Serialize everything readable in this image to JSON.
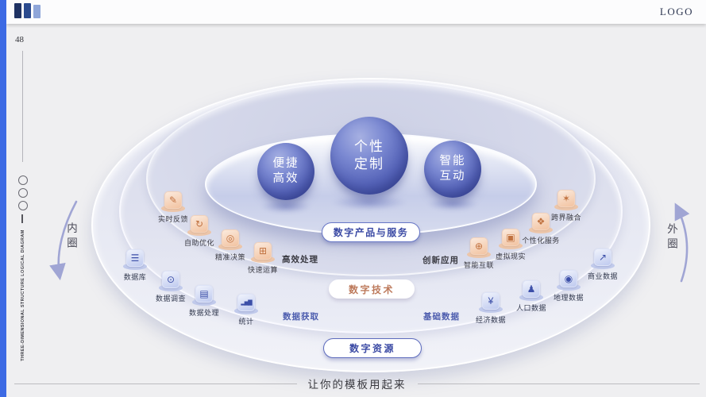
{
  "colors": {
    "accent_stripe": "#3d6ae4",
    "sphere_blue": "#5563b8",
    "ring_orange": "#c0713f",
    "node_blue": "#3c4fa8",
    "pill_text_blue": "#3b4aa4",
    "pill_text_orange": "#bd7a5c",
    "logo_block_colors": [
      "#1f3263",
      "#2a4a8e",
      "#8fa6d9"
    ]
  },
  "header": {
    "logo_text": "LOGO"
  },
  "left_rail": {
    "page_number": "48",
    "vertical_caption": "THREE-DIMENSIONAL STRUCTURE LOGICAL DIAGRAM"
  },
  "diagram": {
    "spheres": [
      {
        "line1": "便捷",
        "line2": "高效"
      },
      {
        "line1": "个性",
        "line2": "定制"
      },
      {
        "line1": "智能",
        "line2": "互动"
      }
    ],
    "pills": {
      "products": "数字产品与服务",
      "tech": "数字技术",
      "resources": "数字资源"
    },
    "tech_nodes": [
      {
        "label": "实时反馈",
        "icon": "feedback-note-icon",
        "glyph": "✎"
      },
      {
        "label": "自助优化",
        "icon": "refresh-gauge-icon",
        "glyph": "↻"
      },
      {
        "label": "精准决策",
        "icon": "target-icon",
        "glyph": "◎"
      },
      {
        "label": "快速运算",
        "icon": "calculator-icon",
        "glyph": "⊞"
      },
      {
        "label": "跨界融合",
        "icon": "people-network-icon",
        "glyph": "✶"
      },
      {
        "label": "个性化服务",
        "icon": "custom-service-icon",
        "glyph": "❖"
      },
      {
        "label": "虚拟现实",
        "icon": "vr-headset-icon",
        "glyph": "▣"
      },
      {
        "label": "智能互联",
        "icon": "smart-link-icon",
        "glyph": "⊕"
      }
    ],
    "tech_texts": {
      "left": "高效处理",
      "right": "创新应用"
    },
    "resource_nodes": [
      {
        "label": "数据库",
        "icon": "database-icon",
        "glyph": "☰"
      },
      {
        "label": "数据调查",
        "icon": "survey-search-icon",
        "glyph": "⊙"
      },
      {
        "label": "数据处理",
        "icon": "document-process-icon",
        "glyph": "▤"
      },
      {
        "label": "统计",
        "icon": "bar-chart-icon",
        "glyph": "▂▅▇"
      },
      {
        "label": "商业数据",
        "icon": "trend-chart-icon",
        "glyph": "↗"
      },
      {
        "label": "地理数据",
        "icon": "location-pin-icon",
        "glyph": "◉"
      },
      {
        "label": "人口数据",
        "icon": "people-icon",
        "glyph": "♟"
      },
      {
        "label": "经济数据",
        "icon": "yen-currency-icon",
        "glyph": "¥"
      }
    ],
    "resource_texts": {
      "left": "数据获取",
      "right": "基础数据"
    },
    "side_labels": {
      "inner": "内圈",
      "outer": "外圈"
    }
  },
  "footer": {
    "tagline": "让你的模板用起来"
  }
}
